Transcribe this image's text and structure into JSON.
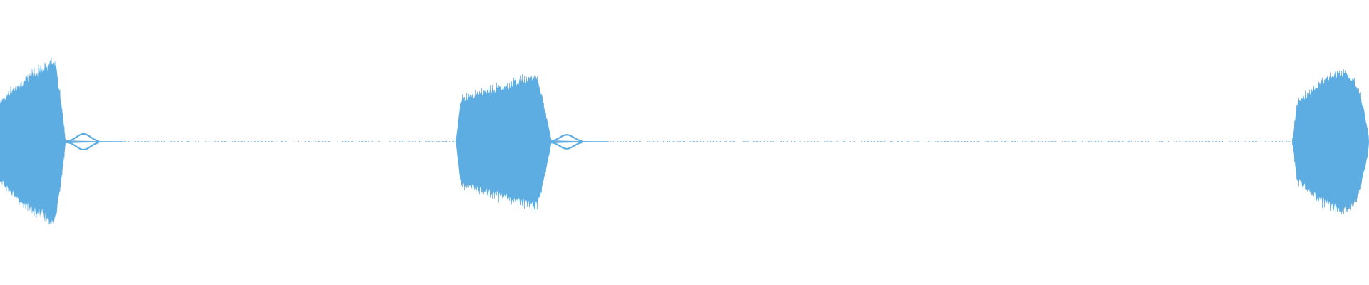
{
  "waveform": {
    "color": "#5dade2",
    "background": "#ffffff",
    "bursts": [
      {
        "name": "burst-1",
        "start": 0.0,
        "end": 0.048,
        "peak_level": 0.96,
        "shape": "cut-rise"
      },
      {
        "name": "burst-2",
        "start": 0.333,
        "end": 0.403,
        "peak_level": 0.78,
        "shape": "plateau-rise"
      },
      {
        "name": "burst-3",
        "start": 0.944,
        "end": 1.0,
        "peak_level": 0.82,
        "shape": "rise-fall"
      }
    ],
    "echoes": [
      {
        "after_burst": 1,
        "position": 0.061,
        "level": 0.09
      },
      {
        "after_burst": 2,
        "position": 0.414,
        "level": 0.08
      }
    ],
    "noise_floor_level": 0.01
  }
}
